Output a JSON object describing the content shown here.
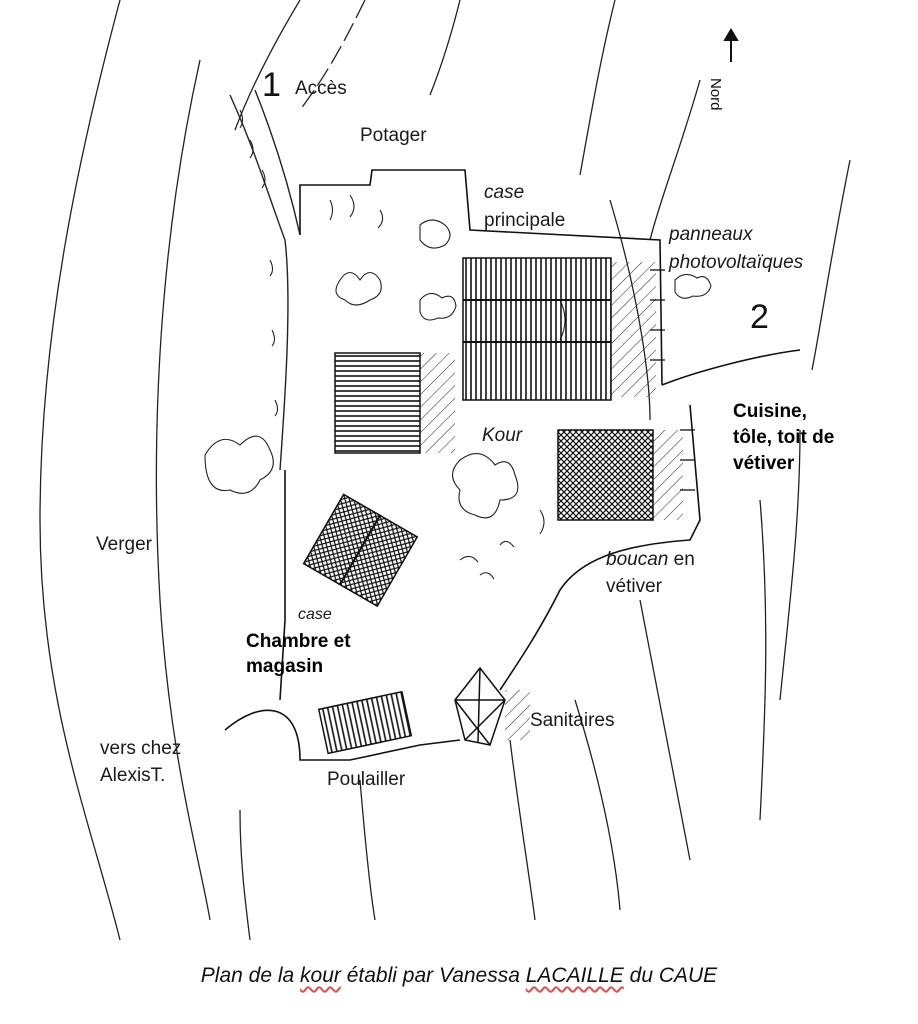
{
  "map": {
    "labels": {
      "num1": "1",
      "acces": "Accès",
      "potager": "Potager",
      "case_principale_1": "case",
      "case_principale_2": "principale",
      "panneaux_1": "panneaux",
      "panneaux_2": "photovoltaïques",
      "num2": "2",
      "cuisine_1": "Cuisine,",
      "cuisine_2": "tôle, toit de",
      "cuisine_3": "vétiver",
      "kour": "Kour",
      "boucan_1": "boucan",
      "boucan_1b": " en",
      "boucan_2": "vétiver",
      "verger": "Verger",
      "case_small": "case",
      "chambre_1": "Chambre et",
      "chambre_2": "magasin",
      "sanitaires": "Sanitaires",
      "vers_1": "vers chez",
      "vers_2": "AlexisT.",
      "poulailler": "Poulailler",
      "nord": "Nord"
    }
  },
  "caption": {
    "part1": "Plan de la ",
    "kour": "kour",
    "part2": " établi par Vanessa ",
    "lacaille": "LACAILLE",
    "part3": " du CAUE"
  },
  "colors": {
    "ink": "#111111",
    "spellcheck": "#d9534f"
  }
}
